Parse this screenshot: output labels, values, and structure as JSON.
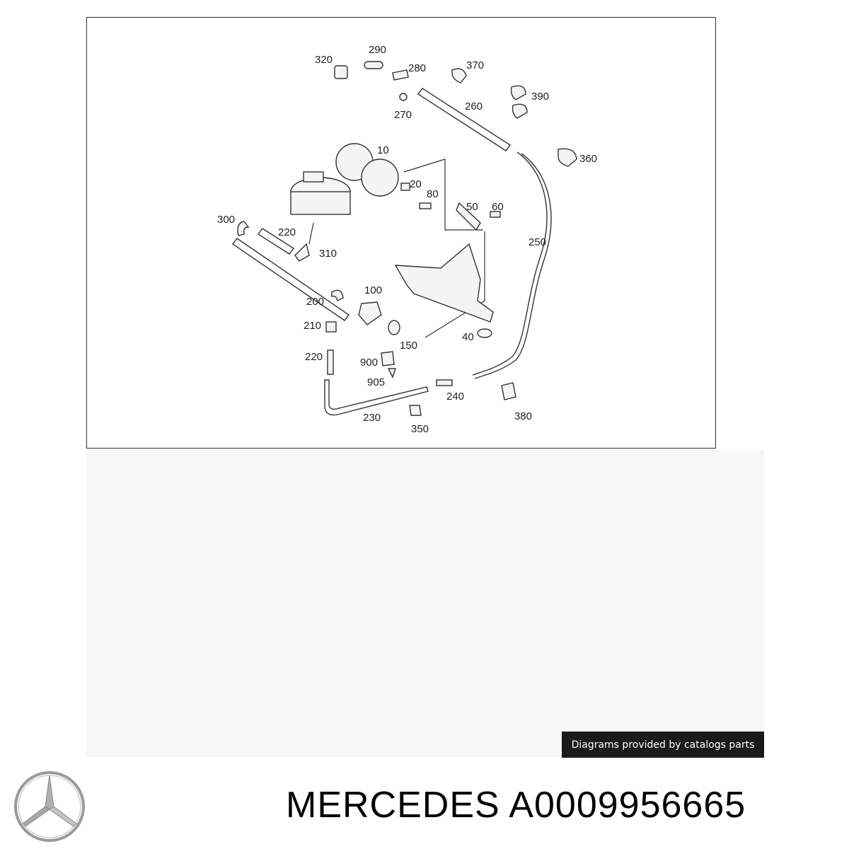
{
  "diagram": {
    "callouts": {
      "c320": "320",
      "c290": "290",
      "c280": "280",
      "c370": "370",
      "c390": "390",
      "c270": "270",
      "c260": "260",
      "c10": "10",
      "c360": "360",
      "c20": "20",
      "c80": "80",
      "c50": "50",
      "c60": "60",
      "c300": "300",
      "c220a": "220",
      "c310": "310",
      "c250": "250",
      "c100": "100",
      "c200": "200",
      "c210": "210",
      "c150": "150",
      "c40": "40",
      "c220b": "220",
      "c900": "900",
      "c905": "905",
      "c240": "240",
      "c230": "230",
      "c350": "350",
      "c380": "380"
    }
  },
  "credit": {
    "text": "Diagrams provided by catalogs parts"
  },
  "brand": {
    "name": "MERCEDES",
    "part_number": "A0009956665",
    "logo_icon": "mercedes-star-icon"
  }
}
